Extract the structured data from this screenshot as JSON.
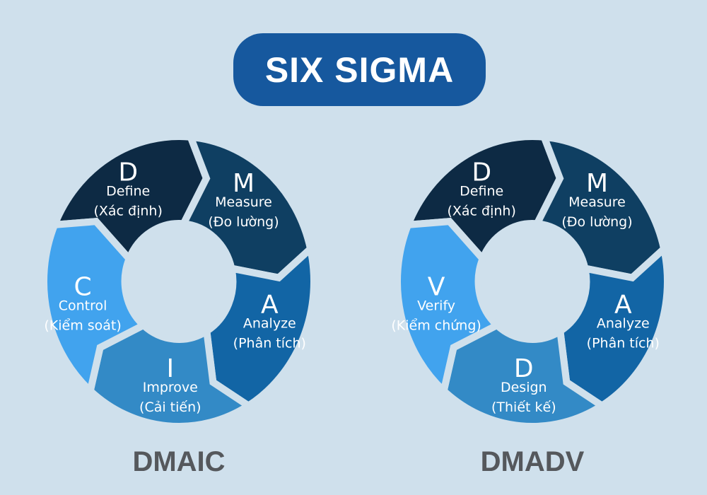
{
  "title": "SIX SIGMA",
  "colors": {
    "background": "#cfe0ec",
    "banner": "#16589e",
    "title_text": "#ffffff",
    "segment_text": "#ffffff",
    "donut_label": "#55585c"
  },
  "chart_data": [
    {
      "type": "pie",
      "name": "DMAIC",
      "style": "donut-arrow-cycle",
      "legend_position": "none",
      "segments": [
        {
          "letter": "D",
          "name": "Define",
          "translation": "(Xác định)",
          "color": "#0d2a44",
          "value_degrees": 72
        },
        {
          "letter": "M",
          "name": "Measure",
          "translation": "(Đo lường)",
          "color": "#0f3f62",
          "value_degrees": 72
        },
        {
          "letter": "A",
          "name": "Analyze",
          "translation": "(Phân tích)",
          "color": "#1265a5",
          "value_degrees": 72
        },
        {
          "letter": "I",
          "name": "Improve",
          "translation": "(Cải tiến)",
          "color": "#338ac6",
          "value_degrees": 72
        },
        {
          "letter": "C",
          "name": "Control",
          "translation": "(Kiểm soát)",
          "color": "#41a3ee",
          "value_degrees": 72
        }
      ]
    },
    {
      "type": "pie",
      "name": "DMADV",
      "style": "donut-arrow-cycle",
      "legend_position": "none",
      "segments": [
        {
          "letter": "D",
          "name": "Define",
          "translation": "(Xác định)",
          "color": "#0d2a44",
          "value_degrees": 72
        },
        {
          "letter": "M",
          "name": "Measure",
          "translation": "(Đo lường)",
          "color": "#0f3f62",
          "value_degrees": 72
        },
        {
          "letter": "A",
          "name": "Analyze",
          "translation": "(Phân tích)",
          "color": "#1265a5",
          "value_degrees": 72
        },
        {
          "letter": "D",
          "name": "Design",
          "translation": "(Thiết kế)",
          "color": "#338ac6",
          "value_degrees": 72
        },
        {
          "letter": "V",
          "name": "Verify",
          "translation": "(Kiểm chứng)",
          "color": "#41a3ee",
          "value_degrees": 72
        }
      ]
    }
  ]
}
